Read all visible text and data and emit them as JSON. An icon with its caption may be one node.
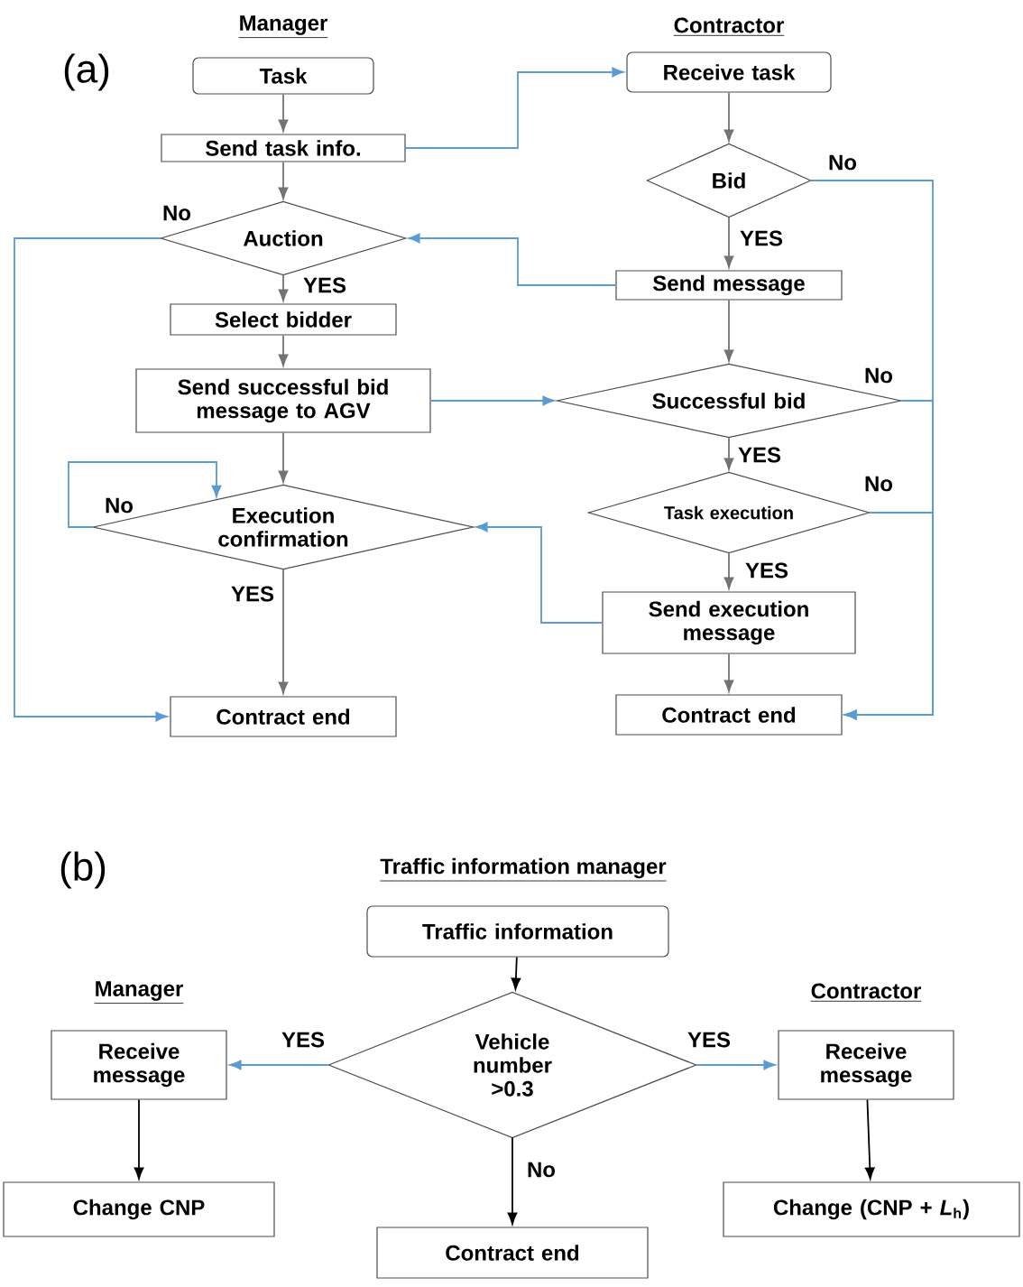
{
  "diagram": {
    "nodes": [
      {
        "text": [
          "Task"
        ]
      },
      {
        "text": [
          "Send task info."
        ]
      },
      {
        "text": [
          "Auction"
        ]
      },
      {
        "text": [
          "Select bidder"
        ]
      },
      {
        "text": [
          "Send successful bid message to AGV"
        ]
      },
      {
        "text": [
          "Execution confirmation"
        ]
      },
      {
        "text": [
          "Contract end"
        ]
      },
      {
        "text": [
          "Receive task"
        ]
      },
      {
        "text": [
          "Bid"
        ]
      },
      {
        "text": [
          "Send message"
        ]
      },
      {
        "text": [
          "Successful bid"
        ]
      },
      {
        "text": [
          "Task execution"
        ]
      },
      {
        "text": [
          "Send execution message"
        ]
      },
      {
        "text": [
          "Contract end"
        ]
      },
      {
        "text": [
          "Traffic information"
        ]
      },
      {
        "text": [
          "Receive message"
        ]
      },
      {
        "text": [
          "Vehicle number >0.3"
        ]
      },
      {
        "text": [
          "Receive message"
        ]
      },
      {
        "text": [
          "Change CNP"
        ]
      },
      {
        "text": [
          "Contract end"
        ]
      },
      {
        "text": [
          "Change (CNP + *L*$_{h}$)"
        ]
      }
    ],
    "edges": [
      {
        "from": 0,
        "to": 1,
        "arrow": "to",
        "color": "#737373"
      },
      {
        "from": 1,
        "to": 2,
        "arrow": "to",
        "color": "#737373"
      },
      {
        "from": 2,
        "to": 3,
        "arrow": "to",
        "label": "YES",
        "color": "#737373"
      },
      {
        "from": 3,
        "to": 4,
        "arrow": "to",
        "color": "#737373"
      },
      {
        "from": 4,
        "to": 5,
        "arrow": "to",
        "color": "#737373"
      },
      {
        "from": 5,
        "to": 6,
        "arrow": "to",
        "label": "YES",
        "color": "#737373"
      },
      {
        "from": 2,
        "to": 6,
        "arrow": "to",
        "label": "No",
        "color": "#5b9bd5"
      },
      {
        "from": 5,
        "to": 5,
        "arrow": "to",
        "label": "No",
        "color": "#5b9bd5"
      },
      {
        "from": 1,
        "to": 7,
        "arrow": "to",
        "color": "#5b9bd5"
      },
      {
        "from": 7,
        "to": 8,
        "arrow": "to",
        "color": "#737373"
      },
      {
        "from": 8,
        "to": 9,
        "arrow": "to",
        "label": "YES",
        "color": "#737373"
      },
      {
        "from": 9,
        "to": 2,
        "arrow": "to",
        "color": "#5b9bd5"
      },
      {
        "from": 9,
        "to": 10,
        "arrow": "to",
        "color": "#737373"
      },
      {
        "from": 4,
        "to": 10,
        "arrow": "to",
        "color": "#5b9bd5"
      },
      {
        "from": 10,
        "to": 11,
        "arrow": "to",
        "label": "YES",
        "color": "#737373"
      },
      {
        "from": 11,
        "to": 12,
        "arrow": "to",
        "label": "YES",
        "color": "#737373"
      },
      {
        "from": 12,
        "to": 13,
        "arrow": "to",
        "color": "#737373"
      },
      {
        "from": 12,
        "to": 5,
        "arrow": "to",
        "color": "#5b9bd5"
      },
      {
        "from": 8,
        "to": 13,
        "arrow": "to",
        "label": "No",
        "color": "#5b9bd5"
      },
      {
        "from": 10,
        "to": 13,
        "arrow": "to",
        "label": "No",
        "color": "#5b9bd5"
      },
      {
        "from": 11,
        "to": 13,
        "arrow": "to",
        "label": "No",
        "color": "#5b9bd5"
      },
      {
        "from": 14,
        "to": 16,
        "arrow": "to",
        "color": "#000000"
      },
      {
        "from": 16,
        "to": 15,
        "arrow": "to",
        "label": "YES",
        "color": "#5b9bd5"
      },
      {
        "from": 16,
        "to": 17,
        "arrow": "to",
        "label": "YES",
        "color": "#5b9bd5"
      },
      {
        "from": 15,
        "to": 18,
        "arrow": "to",
        "color": "#000000"
      },
      {
        "from": 16,
        "to": 19,
        "arrow": "to",
        "label": "No",
        "color": "#000000"
      },
      {
        "from": 17,
        "to": 20,
        "arrow": "to",
        "color": "#000000"
      }
    ],
    "labels": [
      "(a)",
      "Manager",
      "Contractor",
      "(b)",
      "Traffic information manager",
      "Manager",
      "Contractor"
    ]
  }
}
